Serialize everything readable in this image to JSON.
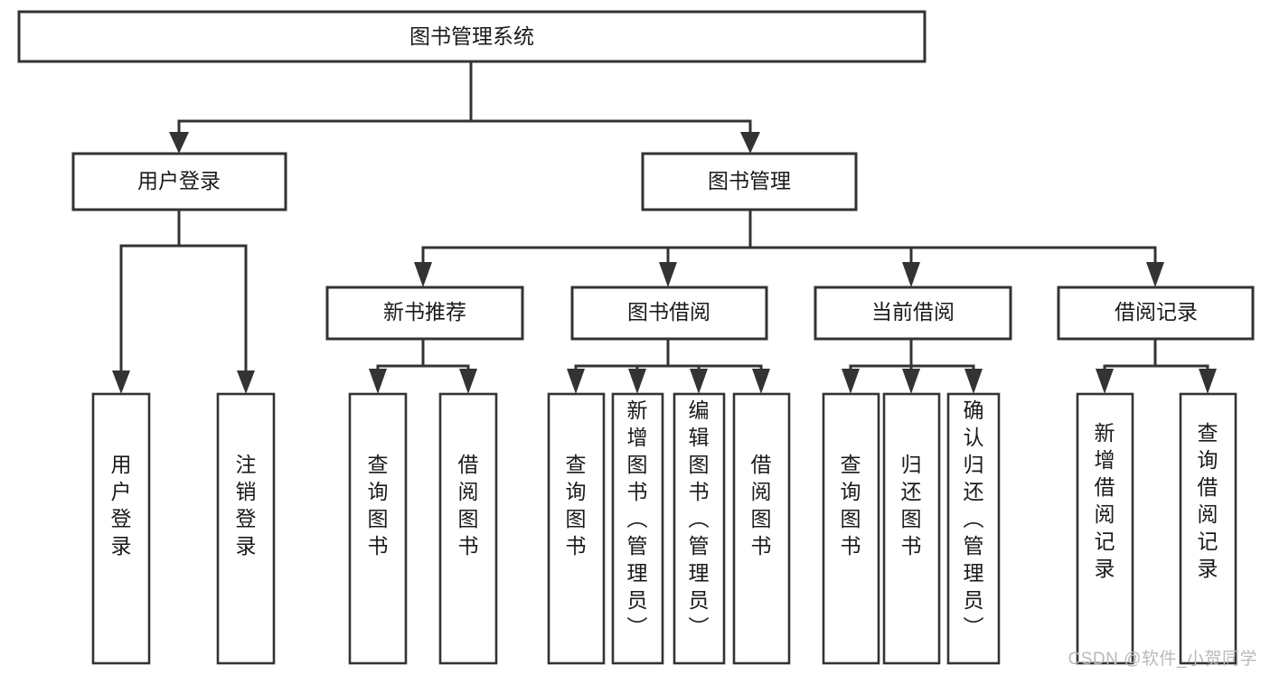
{
  "diagram": {
    "type": "tree",
    "title": "图书管理系统",
    "orientation": "top-down",
    "watermark": "CSDN @软件_小贺同学",
    "colors": {
      "stroke": "#333333",
      "fill": "#ffffff",
      "text": "#1a1a1a",
      "watermark": "#b9b9b9",
      "background": "#ffffff"
    },
    "levels": {
      "root": {
        "label": "图书管理系统"
      },
      "level2": [
        {
          "id": "user-login",
          "label": "用户登录"
        },
        {
          "id": "book-manage",
          "label": "图书管理"
        }
      ],
      "level3": [
        {
          "id": "new-book-rec",
          "label": "新书推荐",
          "parent": "book-manage"
        },
        {
          "id": "book-borrow",
          "label": "图书借阅",
          "parent": "book-manage"
        },
        {
          "id": "current-borrow",
          "label": "当前借阅",
          "parent": "book-manage"
        },
        {
          "id": "borrow-record",
          "label": "借阅记录",
          "parent": "book-manage"
        }
      ],
      "leaves": [
        {
          "id": "leaf-user-login",
          "label": "用户登录",
          "parent": "user-login"
        },
        {
          "id": "leaf-logout",
          "label": "注销登录",
          "parent": "user-login"
        },
        {
          "id": "leaf-query-book-1",
          "label": "查询图书",
          "parent": "new-book-rec"
        },
        {
          "id": "leaf-borrow-book-1",
          "label": "借阅图书",
          "parent": "new-book-rec"
        },
        {
          "id": "leaf-query-book-2",
          "label": "查询图书",
          "parent": "book-borrow"
        },
        {
          "id": "leaf-add-book",
          "label": "新增图书（管理员）",
          "parent": "book-borrow"
        },
        {
          "id": "leaf-edit-book",
          "label": "编辑图书（管理员）",
          "parent": "book-borrow"
        },
        {
          "id": "leaf-borrow-book-2",
          "label": "借阅图书",
          "parent": "book-borrow"
        },
        {
          "id": "leaf-query-book-3",
          "label": "查询图书",
          "parent": "current-borrow"
        },
        {
          "id": "leaf-return-book",
          "label": "归还图书",
          "parent": "current-borrow"
        },
        {
          "id": "leaf-confirm-return",
          "label": "确认归还（管理员）",
          "parent": "current-borrow"
        },
        {
          "id": "leaf-add-record",
          "label": "新增借阅记录",
          "parent": "borrow-record"
        },
        {
          "id": "leaf-query-record",
          "label": "查询借阅记录",
          "parent": "borrow-record"
        }
      ]
    }
  }
}
